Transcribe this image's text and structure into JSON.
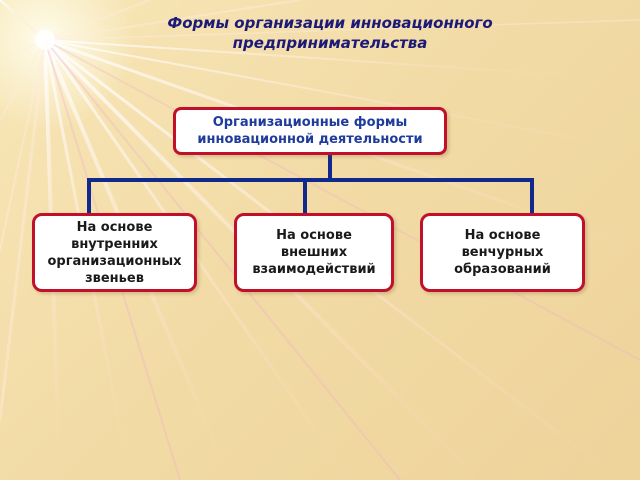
{
  "title": "Формы организации инновационного предпринимательства",
  "root": {
    "label": "Организационные формы инновационной деятельности"
  },
  "children": [
    {
      "label": "На основе внутренних организационных звеньев"
    },
    {
      "label": "На основе внешних взаимодействий"
    },
    {
      "label": "На основе венчурных образований"
    }
  ],
  "colors": {
    "title_text": "#1c1a78",
    "root_text": "#1f3c9c",
    "box_border": "#c0102a",
    "connector": "#0f2a8c",
    "background": "#f4e0b0"
  }
}
